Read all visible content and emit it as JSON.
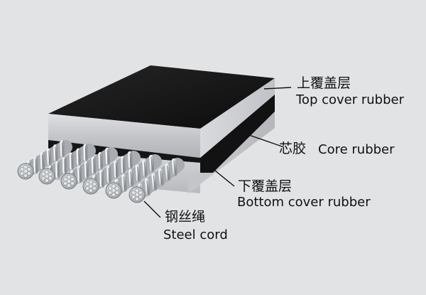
{
  "labels": {
    "top_cover": {
      "cn": "上覆盖层",
      "en": "Top cover rubber"
    },
    "core": {
      "cn": "芯胶",
      "en": "Core rubber"
    },
    "bottom_cover": {
      "cn": "下覆盖层",
      "en": "Bottom cover rubber"
    },
    "steel_cord": {
      "cn": "钢丝绳",
      "en": "Steel cord"
    }
  },
  "colors": {
    "background": "#e2e3e5",
    "rubber_black": "#121212",
    "cover_gray": "#c9cace",
    "cord_silver": "#b9bcc0",
    "leader_line": "#111111"
  }
}
